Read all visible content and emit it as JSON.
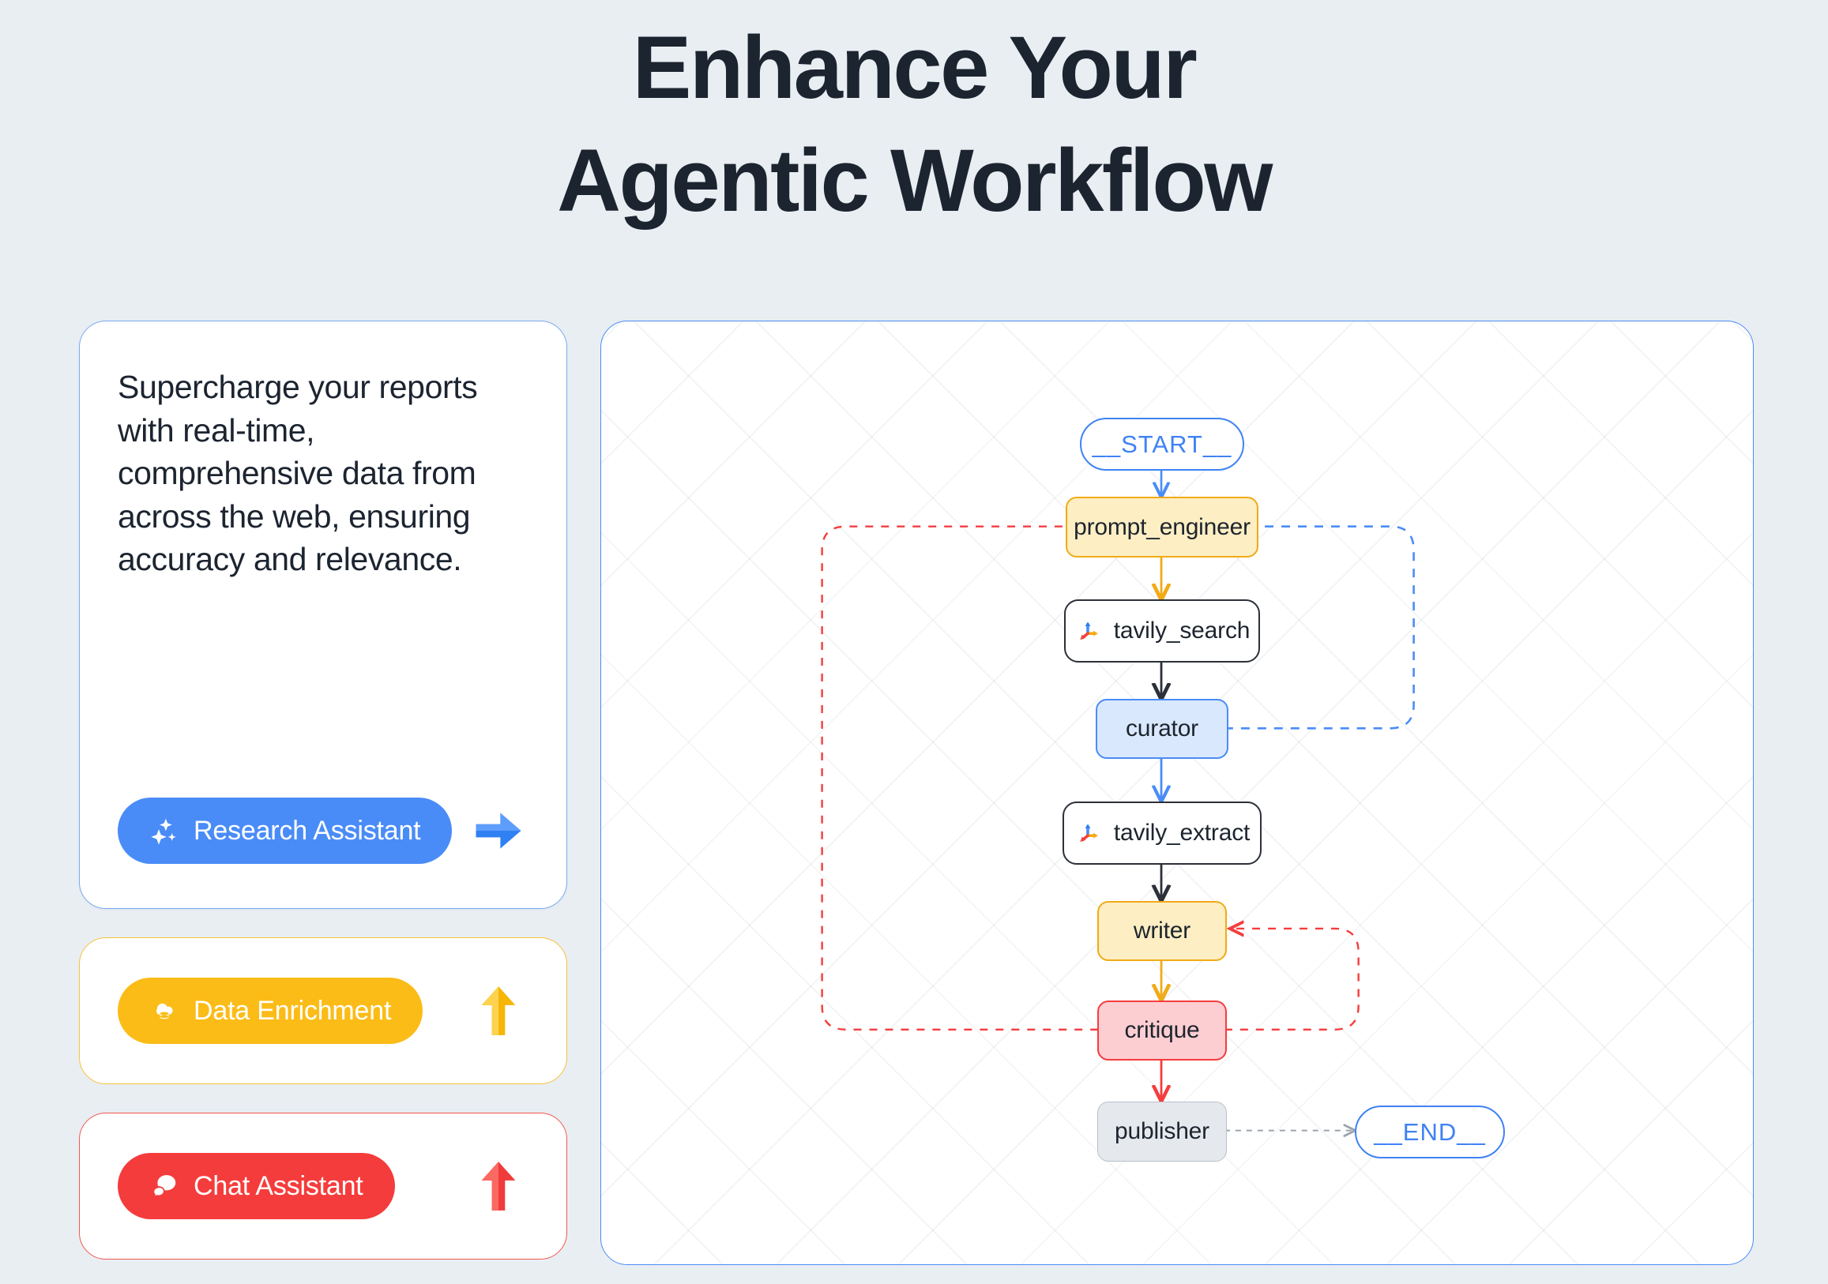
{
  "header": {
    "title_line1": "Enhance Your",
    "title_line2": "Agentic Workflow"
  },
  "colors": {
    "background": "#e9eef3",
    "blue": "#4a8cf7",
    "yellow": "#fbbc17",
    "red": "#f53c3c",
    "amber_fill": "#fdeec3",
    "amber_border": "#f0ab17",
    "blue_fill": "#d9e8fd",
    "pink_fill": "#fcced2",
    "pink_border": "#f43d3d",
    "grey_fill": "#e5e9ee",
    "text_dark": "#1c2430"
  },
  "cards": [
    {
      "id": "research-assistant",
      "description": "Supercharge your reports with real-time, comprehensive data from across the web, ensuring accuracy and relevance.",
      "button_label": "Research Assistant",
      "button_icon": "sparkles-icon",
      "button_color": "#4a8cf7",
      "direction_icon": "arrow-right-icon",
      "direction_color": "#4a8cf7",
      "border_color": "#7aaaf0"
    },
    {
      "id": "data-enrichment",
      "button_label": "Data Enrichment",
      "button_icon": "cloud-database-icon",
      "button_color": "#fbbc17",
      "direction_icon": "arrow-up-icon",
      "direction_color": "#fbbc17",
      "border_color": "#f7c23a"
    },
    {
      "id": "chat-assistant",
      "button_label": "Chat Assistant",
      "button_icon": "chat-bubble-icon",
      "button_color": "#f53c3c",
      "direction_icon": "arrow-up-icon",
      "direction_color": "#f53c3c",
      "border_color": "#f2574e"
    }
  ],
  "diagram": {
    "nodes": [
      {
        "id": "start",
        "label": "__START__",
        "style": "start",
        "icon": null
      },
      {
        "id": "prompt_engineer",
        "label": "prompt_engineer",
        "style": "amber",
        "icon": null
      },
      {
        "id": "tavily_search",
        "label": "tavily_search",
        "style": "tool",
        "icon": "tavily-axes-icon"
      },
      {
        "id": "curator",
        "label": "curator",
        "style": "blue",
        "icon": null
      },
      {
        "id": "tavily_extract",
        "label": "tavily_extract",
        "style": "tool",
        "icon": "tavily-axes-icon"
      },
      {
        "id": "writer",
        "label": "writer",
        "style": "amber",
        "icon": null
      },
      {
        "id": "critique",
        "label": "critique",
        "style": "pink",
        "icon": null
      },
      {
        "id": "publisher",
        "label": "publisher",
        "style": "grey",
        "icon": null
      },
      {
        "id": "end",
        "label": "__END__",
        "style": "end",
        "icon": null
      }
    ],
    "edges": [
      {
        "from": "start",
        "to": "prompt_engineer",
        "style": "solid",
        "color": "#4a8cf7"
      },
      {
        "from": "prompt_engineer",
        "to": "tavily_search",
        "style": "solid",
        "color": "#f0ab17"
      },
      {
        "from": "tavily_search",
        "to": "curator",
        "style": "solid",
        "color": "#2c3038"
      },
      {
        "from": "curator",
        "to": "tavily_extract",
        "style": "solid",
        "color": "#4a8cf7"
      },
      {
        "from": "tavily_extract",
        "to": "writer",
        "style": "solid",
        "color": "#2c3038"
      },
      {
        "from": "writer",
        "to": "critique",
        "style": "solid",
        "color": "#f0ab17"
      },
      {
        "from": "critique",
        "to": "publisher",
        "style": "solid",
        "color": "#f43d3d"
      },
      {
        "from": "publisher",
        "to": "end",
        "style": "dashed",
        "color": "#9aa3ad"
      },
      {
        "from": "curator",
        "to": "prompt_engineer",
        "style": "dashed",
        "color": "#4a8cf7"
      },
      {
        "from": "critique",
        "to": "prompt_engineer",
        "style": "dashed",
        "color": "#f43d3d"
      },
      {
        "from": "critique",
        "to": "writer",
        "style": "dashed",
        "color": "#f43d3d"
      }
    ]
  }
}
